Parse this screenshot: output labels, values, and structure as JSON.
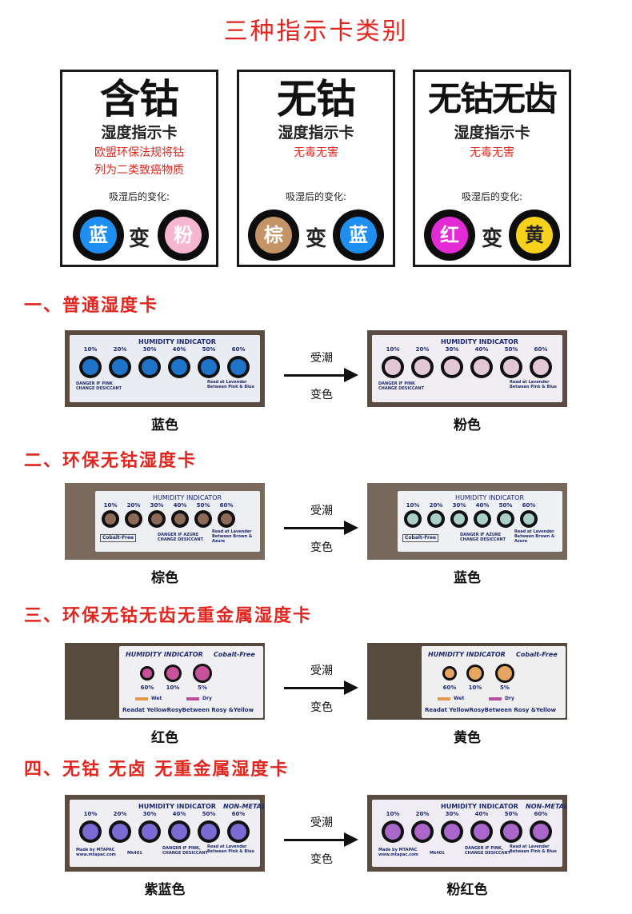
{
  "page_title": "三种指示卡类别",
  "cards": [
    {
      "big": "含钴",
      "sub": "湿度指示卡",
      "red_lines": [
        "欧盟环保法规将钴",
        "列为二类致癌物质"
      ],
      "note": "吸湿后的变化:",
      "from": {
        "text": "蓝",
        "color": "#1e8ff0"
      },
      "change": "变",
      "to": {
        "text": "粉",
        "color": "#f7b6cf"
      }
    },
    {
      "big": "无钴",
      "sub": "湿度指示卡",
      "red_lines": [
        "无毒无害"
      ],
      "note": "吸湿后的变化:",
      "from": {
        "text": "棕",
        "color": "#c49466"
      },
      "change": "变",
      "to": {
        "text": "蓝",
        "color": "#1e8ff0"
      }
    },
    {
      "big": "无钴无齿",
      "sub": "湿度指示卡",
      "red_lines": [
        "无毒无害"
      ],
      "note": "吸湿后的变化:",
      "from": {
        "text": "红",
        "color": "#e22bd5"
      },
      "change": "变",
      "to": {
        "text": "黄",
        "color": "#f7d21a"
      }
    }
  ],
  "sections": [
    {
      "title": "一、普通湿度卡",
      "arrow_top": "受潮",
      "arrow_bottom": "变色",
      "left": {
        "caption": "蓝色",
        "heading": "HUMIDITY INDICATOR",
        "percents": [
          "10%",
          "20%",
          "30%",
          "40%",
          "50%",
          "60%"
        ],
        "note_left": "DANGER IF PINK CHANGE DESICCANT",
        "note_right": "Read at Lavender Between Pink & Blue",
        "spot_color": "#1f73c9",
        "paper": "#e9edf3",
        "bg": "#5b4c42"
      },
      "right": {
        "caption": "粉色",
        "heading": "HUMIDITY INDICATOR",
        "percents": [
          "10%",
          "20%",
          "30%",
          "40%",
          "50%",
          "60%"
        ],
        "note_left": "DANGER IF PINK CHANGE DESICCANT",
        "note_right": "Read at Lavender Between Pink & Blue",
        "spot_color": "#e2c7d4",
        "paper": "#f1eef3",
        "bg": "#5a4c45"
      }
    },
    {
      "title": "二、环保无钴湿度卡",
      "arrow_top": "受潮",
      "arrow_bottom": "变色",
      "left": {
        "caption": "棕色",
        "heading": "HUMIDITY INDICATOR",
        "percents": [
          "10%",
          "20%",
          "30%",
          "40%",
          "50%",
          "60%"
        ],
        "label": "Cobalt-Free",
        "note_left": "DANGER IF AZURE CHANGE DESICCANT",
        "note_right": "Read at Lavender Between Brown & Azure",
        "spot_color": "#8c6a57",
        "paper": "#eceef1",
        "bg": "#7a6a5d"
      },
      "right": {
        "caption": "蓝色",
        "heading": "HUMIDITY INDICATOR",
        "percents": [
          "10%",
          "20%",
          "30%",
          "40%",
          "50%",
          "60%"
        ],
        "label": "Cobalt-Free",
        "note_left": "DANGER IF AZURE CHANGE DESICCANT",
        "note_right": "Read at Lavender Between Brown & Azure",
        "spot_color": "#a9cfc7",
        "paper": "#eef0f3",
        "bg": "#76685c"
      }
    },
    {
      "title": "三、环保无钴无齿无重金属湿度卡",
      "arrow_top": "受潮",
      "arrow_bottom": "变色",
      "left": {
        "caption": "红色",
        "heading": "HUMIDITY INDICATOR",
        "tag": "Cobalt-Free",
        "percents": [
          "60%",
          "10%",
          "5%"
        ],
        "wet": "Wet",
        "dry": "Dry",
        "footer": "Readat YellowRosyBetween Rosy &Yellow",
        "spot_color": "#c7519a",
        "paper": "#f0f0f3",
        "bg": "#574a3f"
      },
      "right": {
        "caption": "黄色",
        "heading": "HUMIDITY INDICATOR",
        "tag": "Cobalt-Free",
        "percents": [
          "60%",
          "10%",
          "5%"
        ],
        "wet": "Wet",
        "dry": "Dry",
        "footer": "Readat YellowRosyBetween Rosy &Yellow",
        "spot_color": "#e6a561",
        "paper": "#efefef",
        "bg": "#574a3f"
      }
    },
    {
      "title": "四、无钴 无卤 无重金属湿度卡",
      "arrow_top": "受潮",
      "arrow_bottom": "变色",
      "left": {
        "caption": "紫蓝色",
        "heading": "HUMIDITY INDICATOR",
        "tag": "NON-METAL",
        "percents": [
          "10%",
          "20%",
          "30%",
          "40%",
          "50%",
          "60%"
        ],
        "note_left": "DANGER IF PINK, CHANGE DESICCANT",
        "note_right": "Read at Lavender Between Pink & Blue",
        "brand": "Made by MTAPAC www.mtapac.com",
        "code": "Mk401",
        "spot_color": "#7a6ad3",
        "paper": "#eeeef3",
        "bg": "#5b4c42"
      },
      "right": {
        "caption": "粉红色",
        "heading": "HUMIDITY INDICATOR",
        "tag": "NON-METAL",
        "percents": [
          "10%",
          "20%",
          "30%",
          "40%",
          "50%",
          "60%"
        ],
        "note_left": "DANGER IF PINK, CHANGE DESICCANT",
        "note_right": "Read at Lavender Between Pink & Blue",
        "brand": "Made by MTAPAC www.mtapac.com",
        "code": "Mk401",
        "spot_color": "#a867c9",
        "paper": "#efedf3",
        "bg": "#5b4c42"
      }
    }
  ]
}
